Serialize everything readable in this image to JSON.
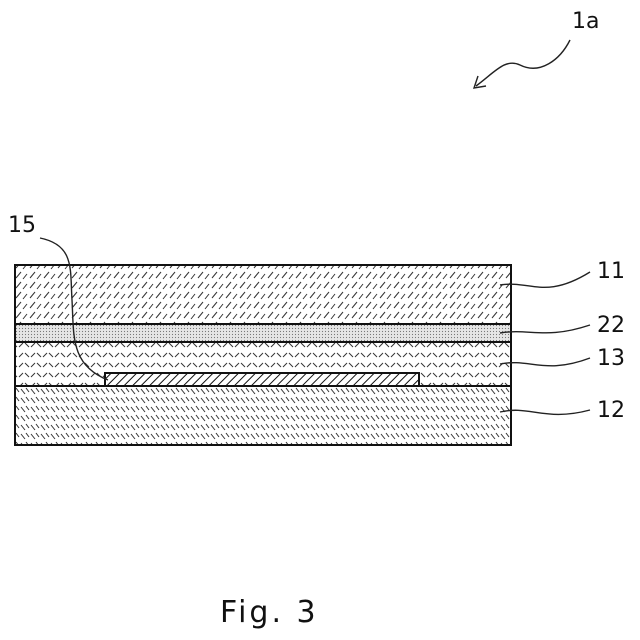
{
  "diagram": {
    "assembly_label": "1a",
    "caption": "Fig. 3",
    "layers": [
      {
        "label": "11"
      },
      {
        "label": "22"
      },
      {
        "label": "13"
      },
      {
        "label": "12"
      }
    ],
    "embedded_element": {
      "label": "15"
    }
  }
}
